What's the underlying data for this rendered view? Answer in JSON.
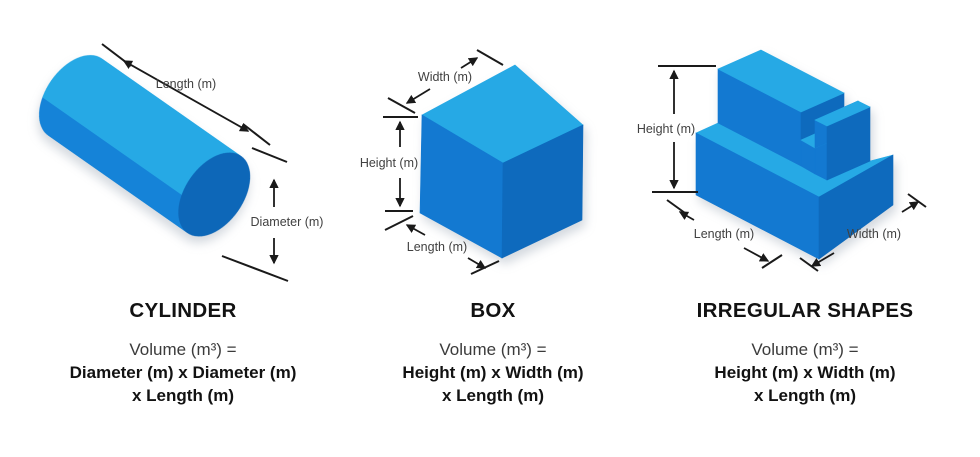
{
  "diagrams": {
    "cylinder": {
      "title": "CYLINDER",
      "labels": {
        "length": "Length (m)",
        "diameter": "Diameter (m)"
      },
      "formula": [
        "Volume (m³) =",
        "Diameter (m) x Diameter (m)",
        "x Length (m)"
      ]
    },
    "box": {
      "title": "BOX",
      "labels": {
        "width": "Width (m)",
        "height": "Height (m)",
        "length": "Length (m)"
      },
      "formula": [
        "Volume (m³) =",
        "Height (m) x Width (m)",
        "x Length (m)"
      ]
    },
    "irregular": {
      "title": "IRREGULAR SHAPES",
      "labels": {
        "height": "Height (m)",
        "length": "Length (m)",
        "width": "Width (m)"
      },
      "formula": [
        "Volume (m³) =",
        "Height (m) x Width (m)",
        "x Length (m)"
      ]
    }
  },
  "colors": {
    "face_light": "#26A9E5",
    "face_mid": "#1379D1",
    "face_dark": "#0E6ABD",
    "cylinder_strip": "#1583D8",
    "cylinder_cap": "#0D67B8",
    "dimension_line": "#1A1A1A",
    "label_text": "#414141",
    "heading_text": "#121212",
    "formula_text": "#3B3B3B",
    "background": "#FFFFFF"
  }
}
